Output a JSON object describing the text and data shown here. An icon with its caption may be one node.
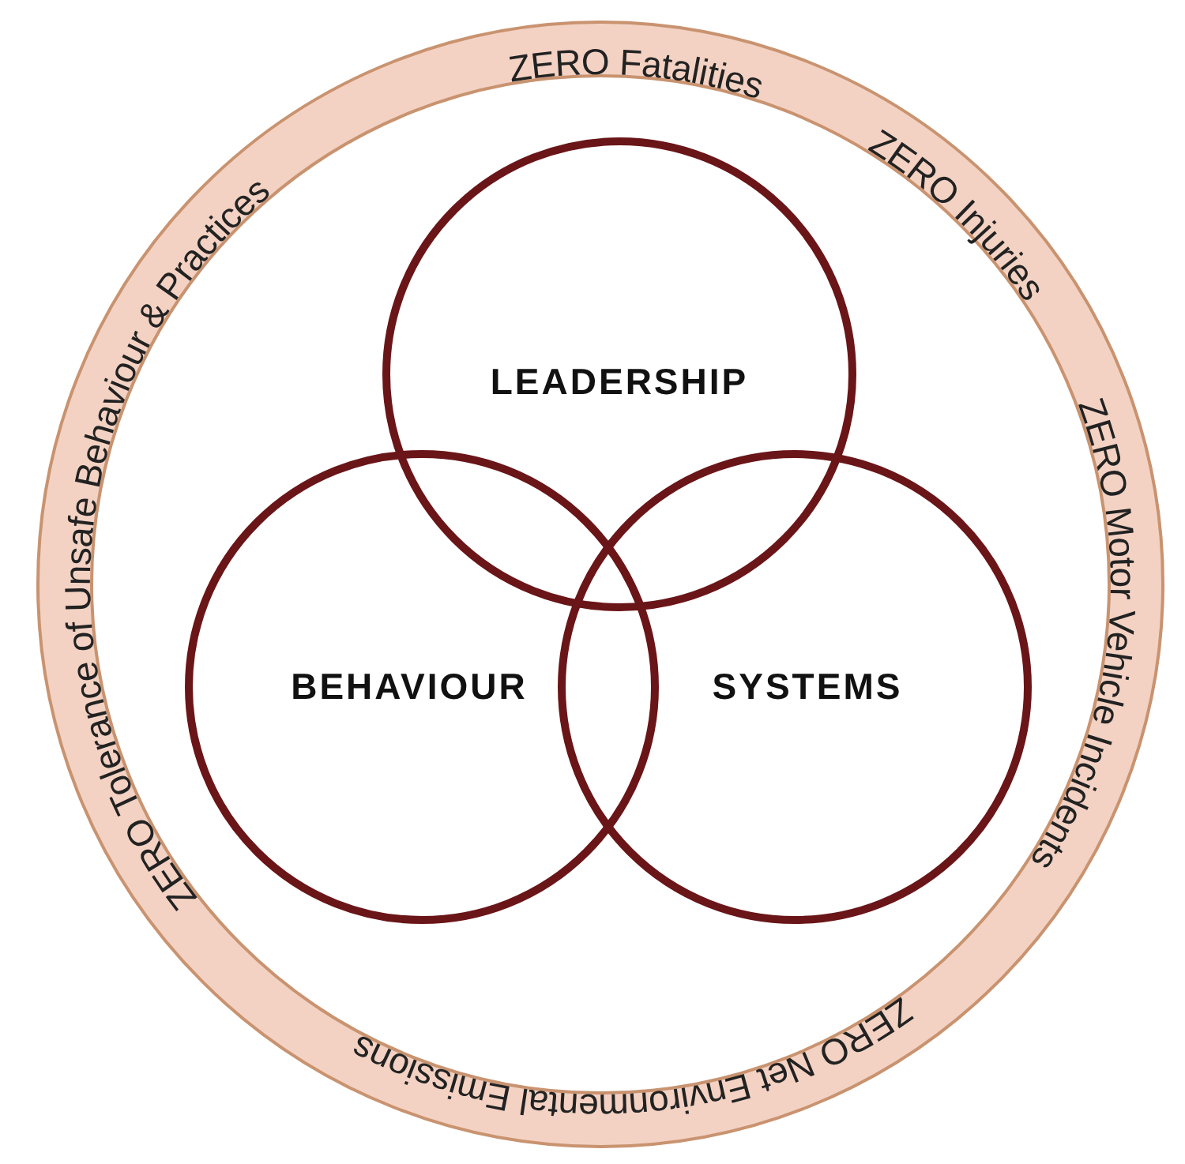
{
  "diagram": {
    "nodes": [
      {
        "text": [
          "ZERO Fatalities",
          "ZERO Injuries",
          "ZERO Motor Vehicle Incidents",
          "ZERO Net Environmental Emissions",
          "ZERO Tolerance of Unsafe Behaviour & Practices"
        ]
      },
      {
        "text": [
          "LEADERSHIP"
        ],
        "in": 0
      },
      {
        "text": [
          "BEHAVIOUR"
        ],
        "in": 0
      },
      {
        "text": [
          "SYSTEMS"
        ],
        "in": 0
      }
    ]
  }
}
